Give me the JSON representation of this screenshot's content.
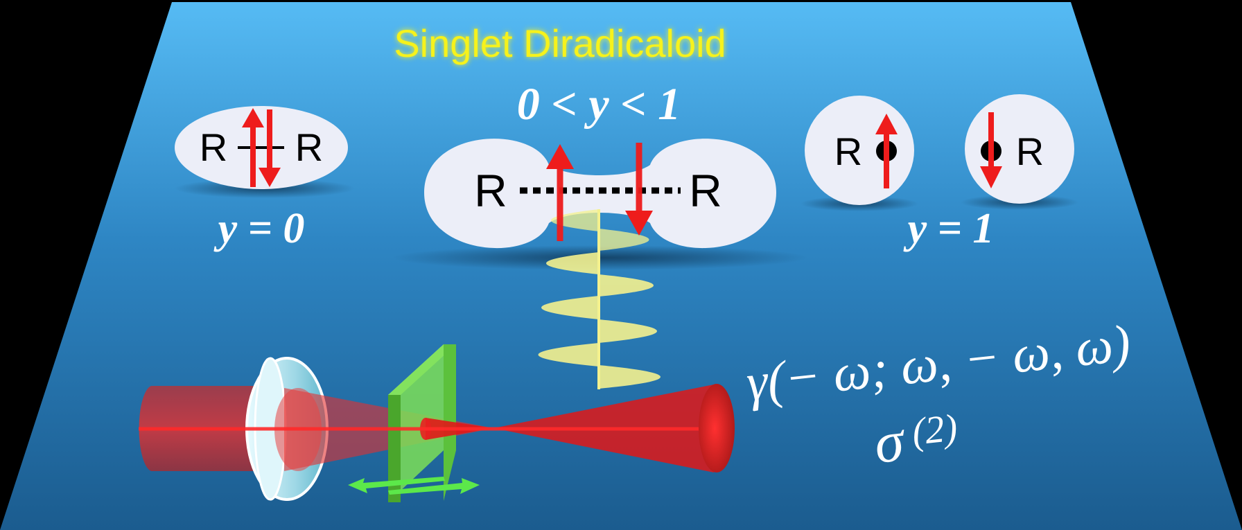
{
  "title": "Singlet Diradicaloid",
  "labels": {
    "middle_condition": "0 < y < 1",
    "left_condition": "y = 0",
    "right_condition": "y = 1",
    "gamma_formula": "γ(− ω; ω, − ω, ω)",
    "sigma_formula": "σ",
    "sigma_superscript": "(2)"
  },
  "atoms": {
    "left_pair": [
      "R",
      "R"
    ],
    "middle_pair": [
      "R",
      "R"
    ],
    "right_pair": [
      "R",
      "R"
    ]
  },
  "colors": {
    "background_top": "#56bbf4",
    "background_bottom": "#1b5c8f",
    "title": "#f6f21a",
    "label": "#ffffff",
    "cloud": "#eceef8",
    "spin_arrow": "#ee1c1c",
    "laser": "#e41e1e",
    "wave": "#f4f18e",
    "filter": "#7ddf57",
    "filter_arrow": "#5ce84a",
    "lens": "#bfe7ef"
  },
  "icons": {
    "spin_up": "arrow-up-icon",
    "spin_down": "arrow-down-icon",
    "translation": "double-arrow-icon"
  }
}
